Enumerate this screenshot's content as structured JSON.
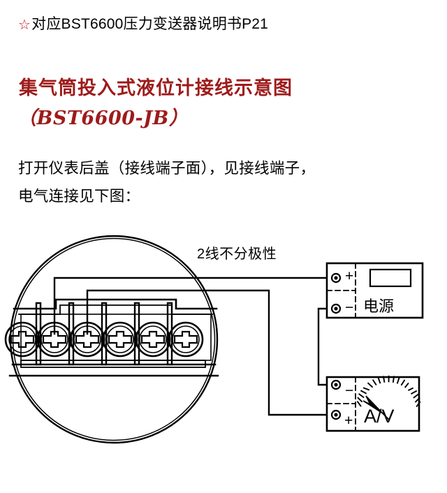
{
  "header": {
    "star_icon": "star-icon",
    "note": "对应BST6600压力变送器说明书P21"
  },
  "title": {
    "main": "集气筒投入式液位计接线示意图",
    "model": "（BST6600-JB）"
  },
  "body": {
    "line1": "打开仪表后盖（接线端子面），见接线端子，",
    "line2": "电气连接见下图："
  },
  "diagram": {
    "polarity_label": "2线不分极性",
    "power_supply": {
      "label": "电源",
      "terminal_top": "+",
      "terminal_bottom": "−"
    },
    "meter": {
      "label": "A/V",
      "terminal_top": "−",
      "terminal_bottom": "+"
    },
    "terminal_block": {
      "screw_count": 6,
      "screw_icon": "phillips-screw-icon",
      "wired_terminals": [
        2,
        3
      ]
    }
  },
  "colors": {
    "title_red": "#9e1b1b",
    "star_red": "#c0131a",
    "line_black": "#000000",
    "background": "#ffffff"
  }
}
